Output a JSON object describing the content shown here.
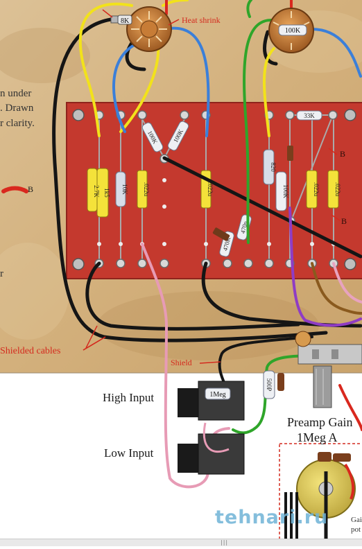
{
  "notes": {
    "left_line1": "n under",
    "left_line2": ". Drawn",
    "left_line3": "r clarity.",
    "left_fragment": "r"
  },
  "labels": {
    "heat_shrink": "Heat shrink",
    "shielded_cables": "Shielded cables",
    "shield": "Shield",
    "high_input": "High Input",
    "low_input": "Low Input",
    "preamp_gain_line1": "Preamp Gain",
    "preamp_gain_line2": "1Meg A",
    "right_fragment_1": "Gai",
    "right_fragment_2": "pot"
  },
  "components": {
    "pot_left": "8K",
    "pot_right": "100K",
    "r_100k_a": "100K",
    "r_100k_b": "100K",
    "r_33k": "33K",
    "r_1k5": "1k5",
    "r_2k7": "2.7K",
    "r_10k": "10K",
    "cap_022_a": ".022u",
    "cap_022_b": ".022u",
    "r_820": "820",
    "r_100k_c": "100K",
    "cap_022_c": ".022u",
    "cap_022_d": ".022u",
    "cap_470": "470p",
    "cap_470k": "470K",
    "jack_res": "1Meg",
    "cap_500p": "500P"
  },
  "points": {
    "b_left": "B",
    "b_board_1": "B",
    "b_board_2": "B"
  },
  "watermark": "tehnari.ru",
  "colors": {
    "board": "#c4392e",
    "parchment": "#d7b98a",
    "wire_black": "#151515",
    "wire_yellow": "#f2e21b",
    "wire_blue": "#3b7fd9",
    "wire_green": "#2fa52a",
    "wire_pink": "#e79bb5",
    "wire_purple": "#8f3cc4",
    "wire_brown": "#8a5a1e",
    "wire_red": "#d9281e",
    "watermark": "#6fb3d6"
  }
}
